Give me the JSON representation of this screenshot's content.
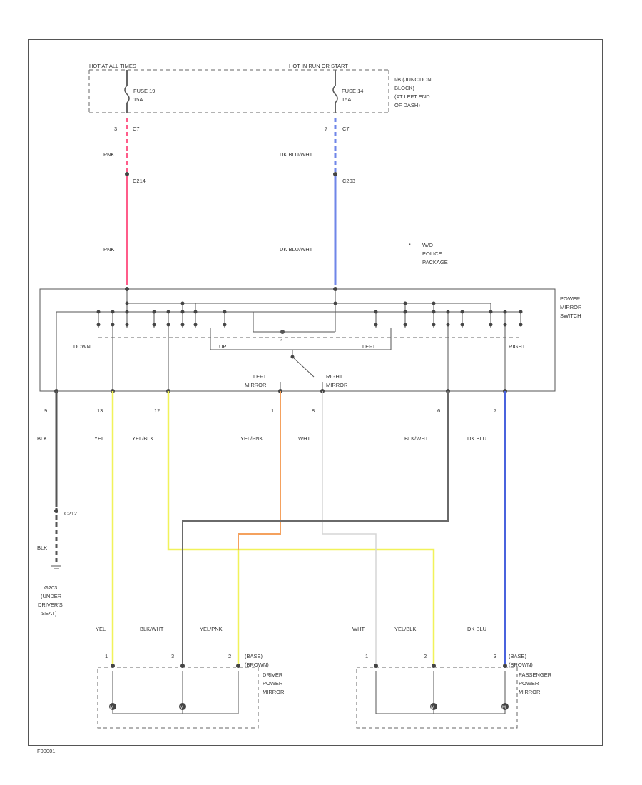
{
  "junction": {
    "hot_left": "HOT AT ALL TIMES",
    "hot_right": "HOT IN RUN OR START",
    "fuse_left": "FUSE 19",
    "fuse_left_amp": "15A",
    "fuse_right": "FUSE 14",
    "fuse_right_amp": "15A",
    "desc": [
      "I/B (JUNCTION",
      "BLOCK)",
      "(AT LEFT END",
      "OF DASH)"
    ]
  },
  "connectors": {
    "c7_left_pin": "3",
    "c7_left": "C7",
    "c7_right_pin": "7",
    "c7_right": "C7",
    "c214": "C214",
    "c203": "C203",
    "c212": "C212",
    "bottom_pins": [
      "9",
      "13",
      "12",
      "1",
      "8",
      "6",
      "7"
    ]
  },
  "wires": {
    "pnk": "PNK",
    "dkblu_wht": "DK BLU/WHT",
    "blk": "BLK",
    "yel": "YEL",
    "yel_blk": "YEL/BLK",
    "yel_pnk": "YEL/PNK",
    "wht": "WHT",
    "blk_wht": "BLK/WHT",
    "dkblu": "DK BLU"
  },
  "note": {
    "marker": "*",
    "lines": [
      "W/O",
      "POLICE",
      "PACKAGE"
    ]
  },
  "switch": {
    "name": [
      "POWER",
      "MIRROR",
      "SWITCH"
    ],
    "down": "DOWN",
    "up": "UP",
    "left": "LEFT",
    "right": "RIGHT",
    "left_mirror": [
      "LEFT",
      "MIRROR"
    ],
    "right_mirror": [
      "RIGHT",
      "MIRROR"
    ],
    "lamp_label": "*"
  },
  "ground": {
    "label": [
      "G203",
      "(UNDER",
      "DRIVER'S",
      "SEAT)"
    ]
  },
  "driver_mirror": {
    "wire_labels": [
      "YEL",
      "BLK/WHT",
      "YEL/PNK"
    ],
    "pins": [
      "1",
      "3",
      "2"
    ],
    "conn": [
      "(BASE)",
      "(BROWN)"
    ],
    "name": [
      "DRIVER",
      "POWER",
      "MIRROR"
    ],
    "motor": "M"
  },
  "passenger_mirror": {
    "wire_labels": [
      "WHT",
      "YEL/BLK",
      "DK BLU"
    ],
    "pins": [
      "1",
      "2",
      "3"
    ],
    "conn": [
      "(BASE)",
      "(BROWN)"
    ],
    "name": [
      "PASSENGER",
      "POWER",
      "MIRROR"
    ],
    "motor": "M"
  },
  "colors": {
    "pink": "#ff5c8a",
    "blue": "#6f86e8",
    "dark_blue": "#4a63dd",
    "yellow": "#f1f25a",
    "orange": "#f4a15e",
    "white_wire": "#d6d6d6",
    "gray": "#6a6a6a"
  },
  "footer": "F00001"
}
